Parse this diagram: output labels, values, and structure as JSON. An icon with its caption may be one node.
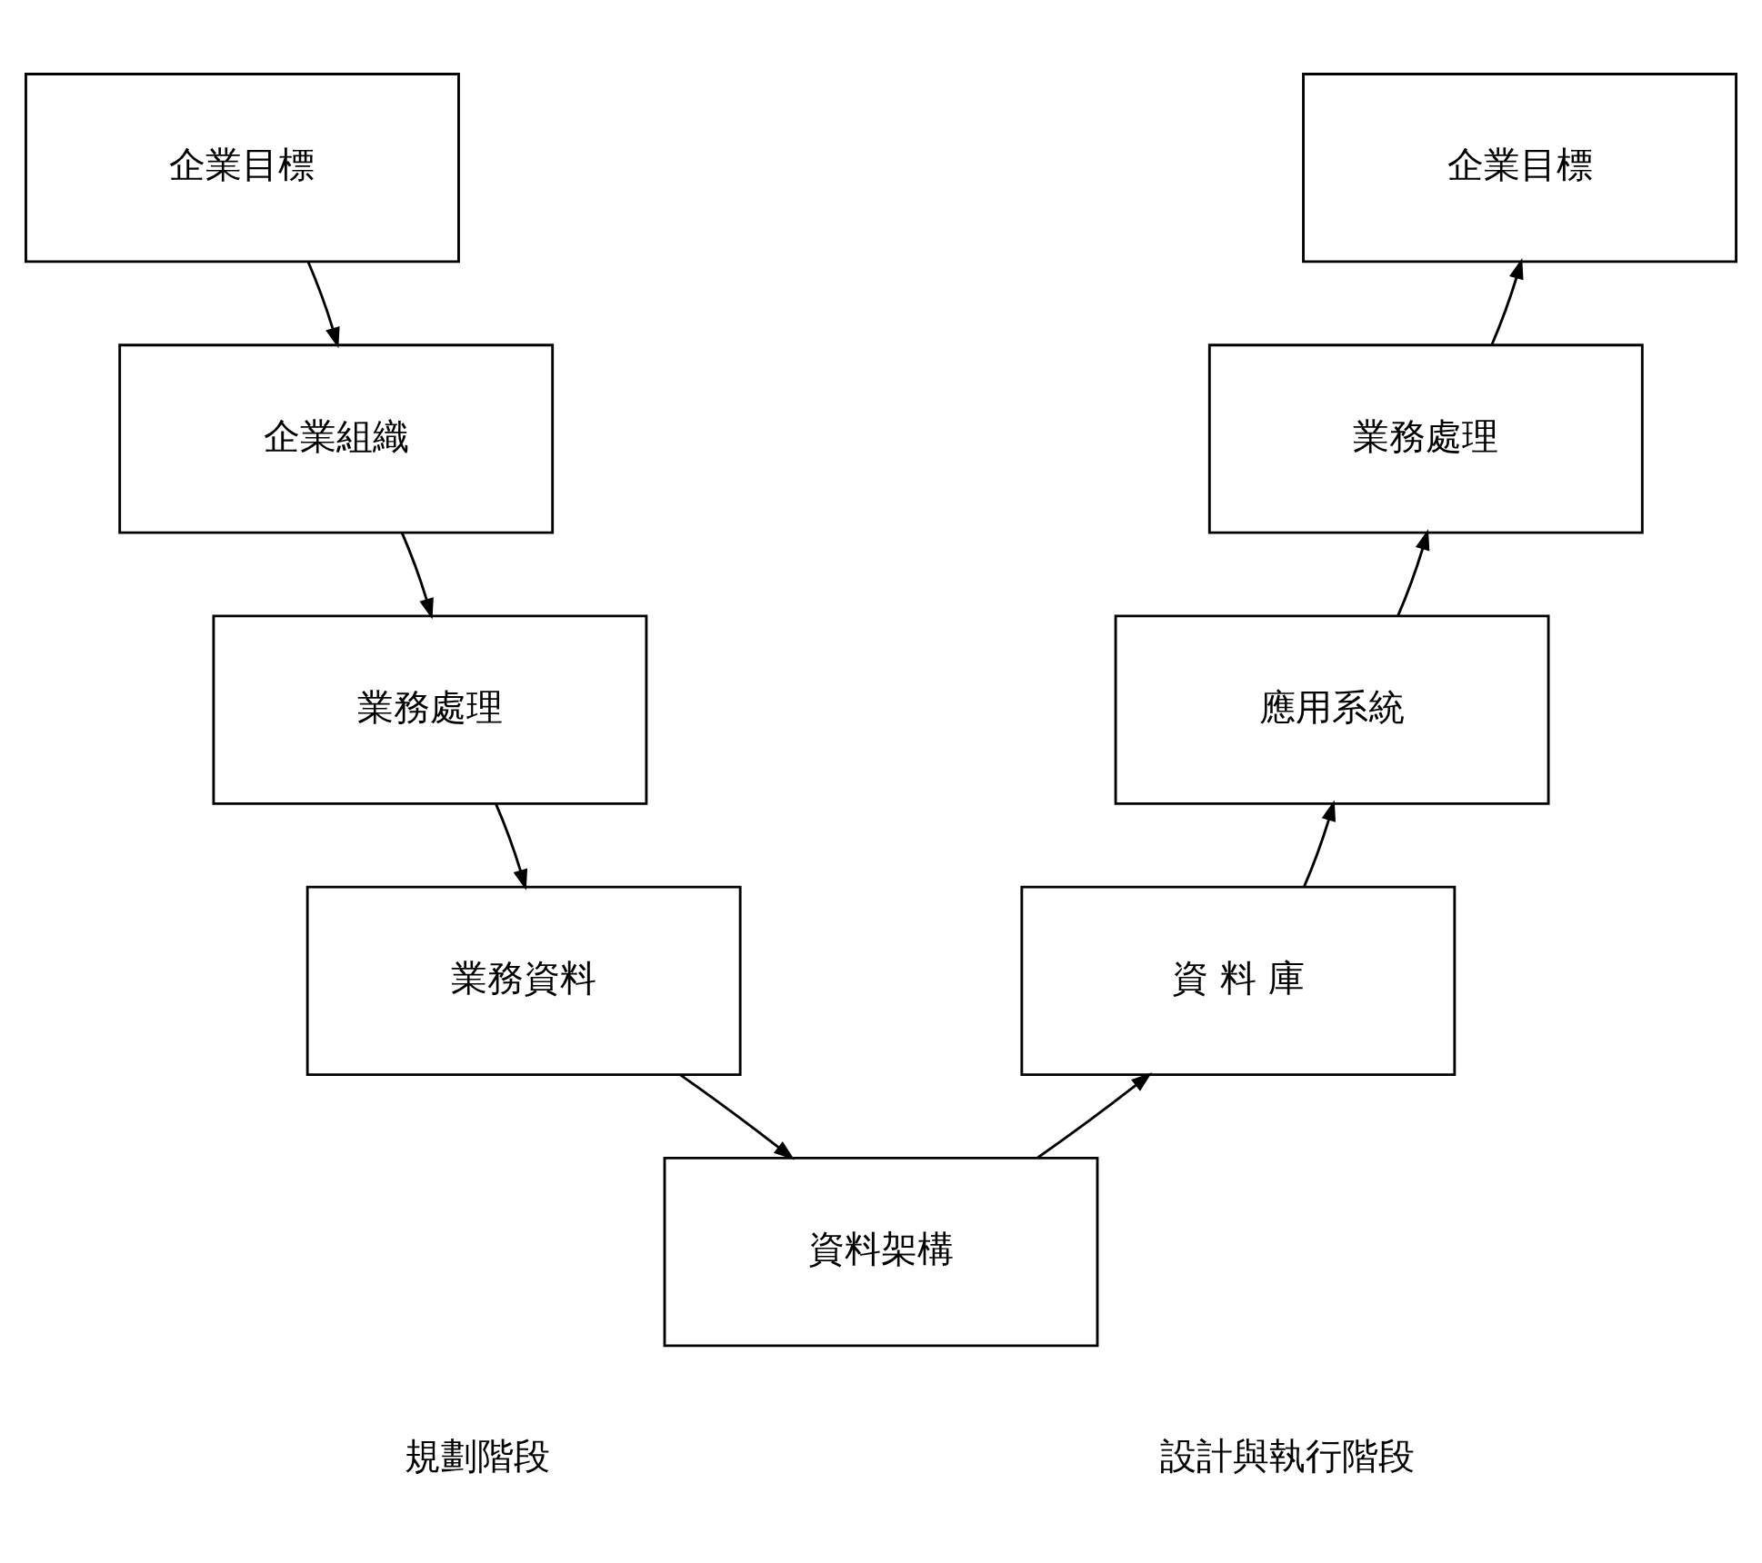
{
  "diagram": {
    "nodes": [
      {
        "text": [
          "企業目標"
        ]
      },
      {
        "text": [
          "企業組織"
        ]
      },
      {
        "text": [
          "業務處理"
        ]
      },
      {
        "text": [
          "業務資料"
        ]
      },
      {
        "text": [
          "資料架構"
        ]
      },
      {
        "text": [
          "資 料 庫"
        ]
      },
      {
        "text": [
          "應用系統"
        ]
      },
      {
        "text": [
          "業務處理"
        ]
      },
      {
        "text": [
          "企業目標"
        ]
      }
    ],
    "edges": [
      {
        "from": 0,
        "to": 1,
        "arrow": "to"
      },
      {
        "from": 1,
        "to": 2,
        "arrow": "to"
      },
      {
        "from": 2,
        "to": 3,
        "arrow": "to"
      },
      {
        "from": 3,
        "to": 4,
        "arrow": "to"
      },
      {
        "from": 4,
        "to": 5,
        "arrow": "to"
      },
      {
        "from": 5,
        "to": 6,
        "arrow": "to"
      },
      {
        "from": 6,
        "to": 7,
        "arrow": "to"
      },
      {
        "from": 7,
        "to": 8,
        "arrow": "to"
      }
    ],
    "labels": [
      "規劃階段",
      "設計與執行階段"
    ]
  }
}
